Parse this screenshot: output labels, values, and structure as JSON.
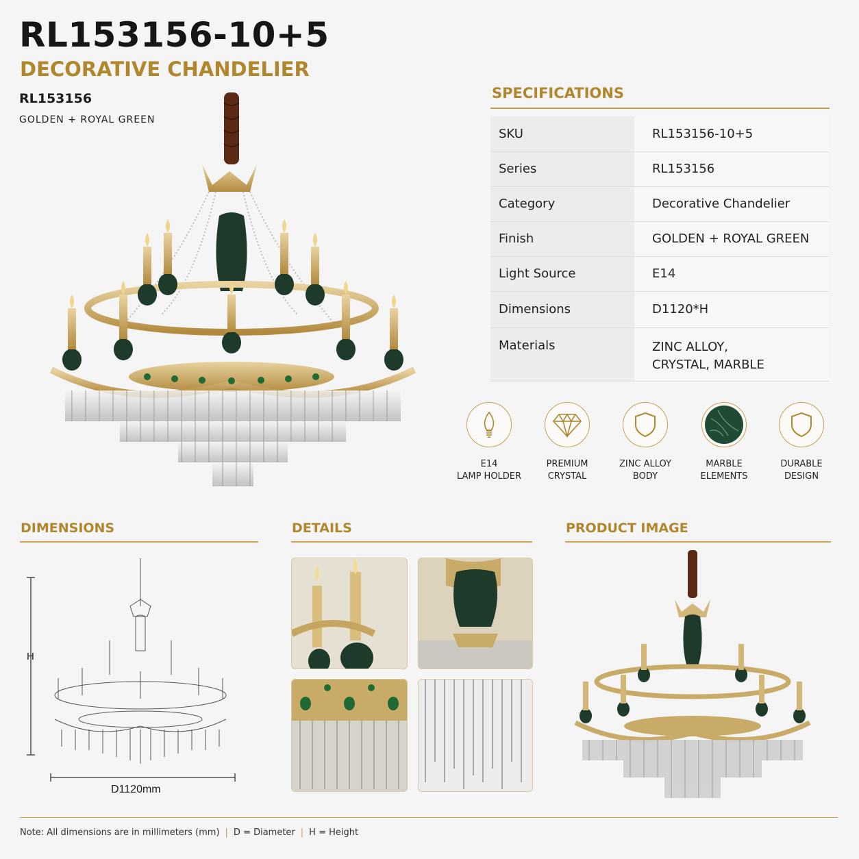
{
  "header": {
    "title": "RL153156-10+5",
    "subtitle": "DECORATIVE CHANDELIER",
    "series": "RL153156",
    "finish": "GOLDEN + ROYAL GREEN"
  },
  "specifications": {
    "title": "SPECIFICATIONS",
    "rows": [
      {
        "key": "SKU",
        "value": "RL153156-10+5"
      },
      {
        "key": "Series",
        "value": "RL153156"
      },
      {
        "key": "Category",
        "value": "Decorative Chandelier"
      },
      {
        "key": "Finish",
        "value": "GOLDEN + ROYAL GREEN"
      },
      {
        "key": "Light Source",
        "value": "E14"
      },
      {
        "key": "Dimensions",
        "value": "D1120*H"
      },
      {
        "key": "Materials",
        "value": "ZINC ALLOY,",
        "value2": "CRYSTAL, MARBLE"
      }
    ]
  },
  "features": [
    {
      "line1": "E14",
      "line2": "LAMP HOLDER",
      "icon": "bulb-icon"
    },
    {
      "line1": "PREMIUM",
      "line2": "CRYSTAL",
      "icon": "diamond-icon"
    },
    {
      "line1": "ZINC ALLOY",
      "line2": "BODY",
      "icon": "shield-icon"
    },
    {
      "line1": "MARBLE",
      "line2": "ELEMENTS",
      "icon": "marble-icon"
    },
    {
      "line1": "DURABLE",
      "line2": "DESIGN",
      "icon": "shield-icon"
    }
  ],
  "sections": {
    "dimensions": "DIMENSIONS",
    "details": "DETAILS",
    "product_image": "PRODUCT IMAGE"
  },
  "dimension_labels": {
    "height": "H",
    "diameter": "D1120mm"
  },
  "note": {
    "prefix": "Note:",
    "text": "All dimensions are in millimeters (mm)",
    "d": "D = Diameter",
    "h": "H = Height"
  },
  "colors": {
    "accent": "#b0872d",
    "gold": "#c9a55b",
    "green": "#1e3a2a",
    "background": "#f6f5f6"
  }
}
